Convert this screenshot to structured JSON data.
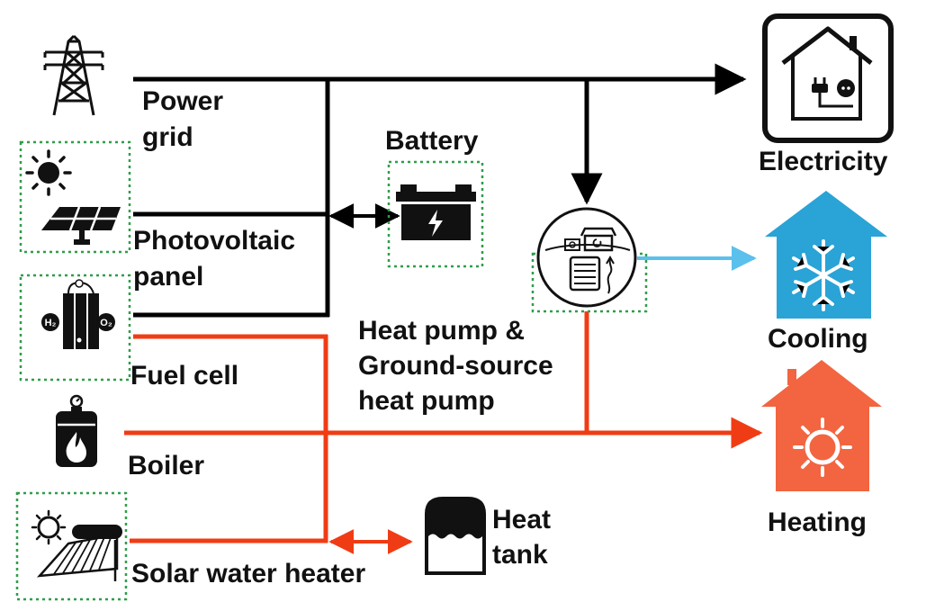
{
  "labels": {
    "power_grid_line1": "Power",
    "power_grid_line2": "grid",
    "photovoltaic_line1": "Photovoltaic",
    "photovoltaic_line2": "panel",
    "fuel_cell": "Fuel cell",
    "boiler": "Boiler",
    "solar_water_heater": "Solar water heater",
    "battery": "Battery",
    "heat_pump_line1": "Heat pump &",
    "heat_pump_line2": "Ground-source",
    "heat_pump_line3": "heat pump",
    "heat_tank_line1": "Heat",
    "heat_tank_line2": "tank",
    "electricity": "Electricity",
    "cooling": "Cooling",
    "heating": "Heating",
    "fuel_cell_h2": "H₂",
    "fuel_cell_o2": "O₂"
  },
  "colors": {
    "electric_line": "#000000",
    "heat_line": "#f03c14",
    "cooling_line": "#5bc0eb",
    "cooling_house": "#2aa3d6",
    "heating_house": "#f26540",
    "box_border": "#2e9e4a",
    "icon": "#111111"
  },
  "icons": {
    "power_grid": "transmission-tower-icon",
    "photovoltaic": "sun-and-solar-panel-icon",
    "fuel_cell": "fuel-cell-icon",
    "boiler": "flame-boiler-icon",
    "solar_water_heater": "solar-water-heater-icon",
    "battery": "battery-icon",
    "heat_pump": "ground-source-heat-pump-icon",
    "heat_tank": "water-tank-icon",
    "electricity": "house-plug-icon",
    "cooling": "snowflake-house-icon",
    "heating": "sun-house-icon"
  }
}
